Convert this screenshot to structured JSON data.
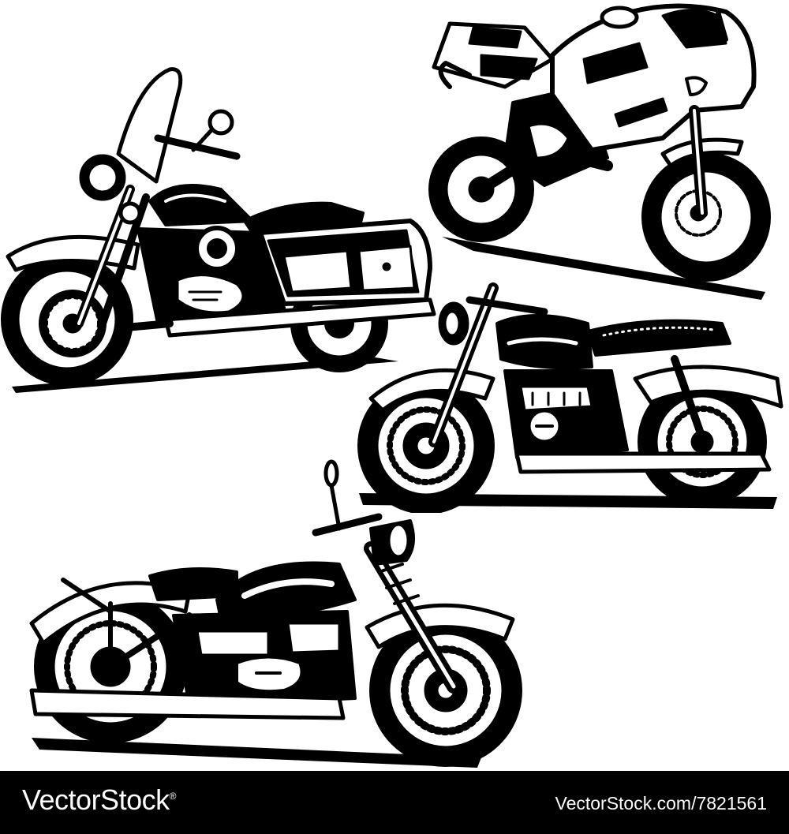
{
  "watermark": {
    "brand": "VectorStock",
    "registered_mark": "®",
    "reference": "VectorStock.com/7821561"
  },
  "illustration": {
    "style": "black ink line art on white",
    "colors": {
      "ink": "#000000",
      "paper": "#ffffff",
      "footer_bg": "#000000",
      "footer_text": "#ffffff"
    },
    "subjects": [
      {
        "name": "touring-motorcycle",
        "kind": "touring cruiser with windshield and saddlebags"
      },
      {
        "name": "sport-motorcycle",
        "kind": "sport bike with full fairing"
      },
      {
        "name": "classic-motorcycle-middle",
        "kind": "vintage standard motorcycle"
      },
      {
        "name": "classic-motorcycle-bottom",
        "kind": "vintage cruiser motorcycle"
      }
    ]
  }
}
